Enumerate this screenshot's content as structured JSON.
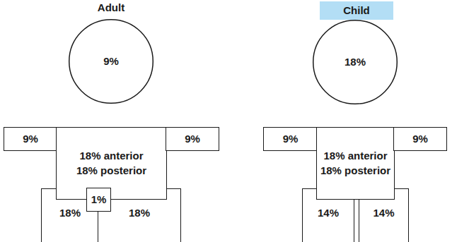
{
  "diagram": {
    "nodes": [
      {
        "text": [
          "9%"
        ]
      },
      {
        "text": [
          "9%"
        ]
      },
      {
        "text": [
          "18% anterior",
          "18% posterior"
        ]
      },
      {
        "text": [
          "9%"
        ]
      },
      {
        "text": [
          "18%"
        ]
      },
      {
        "text": [
          "1%"
        ]
      },
      {
        "text": [
          "18%"
        ]
      },
      {
        "text": [
          "Child"
        ]
      },
      {
        "text": [
          "18%"
        ]
      },
      {
        "text": [
          "9%"
        ]
      },
      {
        "text": [
          "18% anterior",
          "18% posterior"
        ]
      },
      {
        "text": [
          "9%"
        ]
      },
      {
        "text": [
          "14%"
        ]
      },
      {
        "text": [
          "14%"
        ]
      }
    ],
    "labels": [
      "Adult"
    ]
  }
}
